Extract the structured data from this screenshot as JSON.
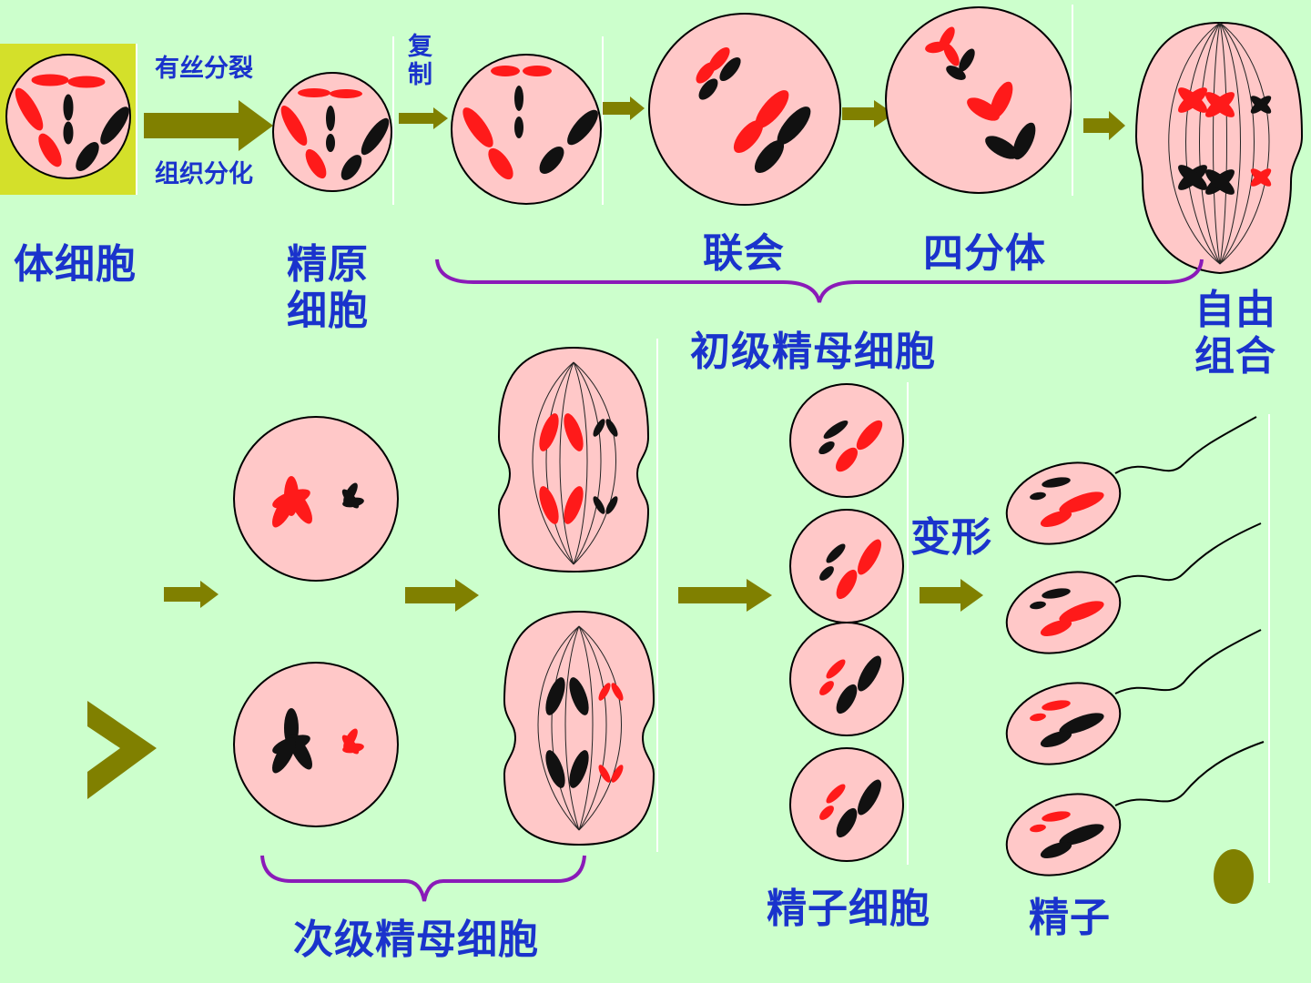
{
  "colors": {
    "background": "#ccffcc",
    "cell_fill": "#ffc8c8",
    "chromosome_maternal": "#ff1a1a",
    "chromosome_paternal": "#111111",
    "arrow": "#808000",
    "label": "#1a33cc",
    "brace": "#8a1ab8",
    "highlight_box": "#d4e02a"
  },
  "labels": {
    "mitosis": "有丝分裂",
    "differentiation": "组织分化",
    "replication": "复\n制",
    "somatic_cell": "体细胞",
    "spermatogonium": "精原\n细胞",
    "synapsis": "联会",
    "tetrad": "四分体",
    "free_combination": "自由\n组合",
    "primary_spermatocyte": "初级精母细胞",
    "secondary_spermatocyte": "次级精母细胞",
    "spermatid": "精子细胞",
    "transformation": "变形",
    "sperm": "精子"
  },
  "icons": {
    "next_slide": "chevron-right-icon",
    "nav_dot": "circle-dot-icon"
  }
}
